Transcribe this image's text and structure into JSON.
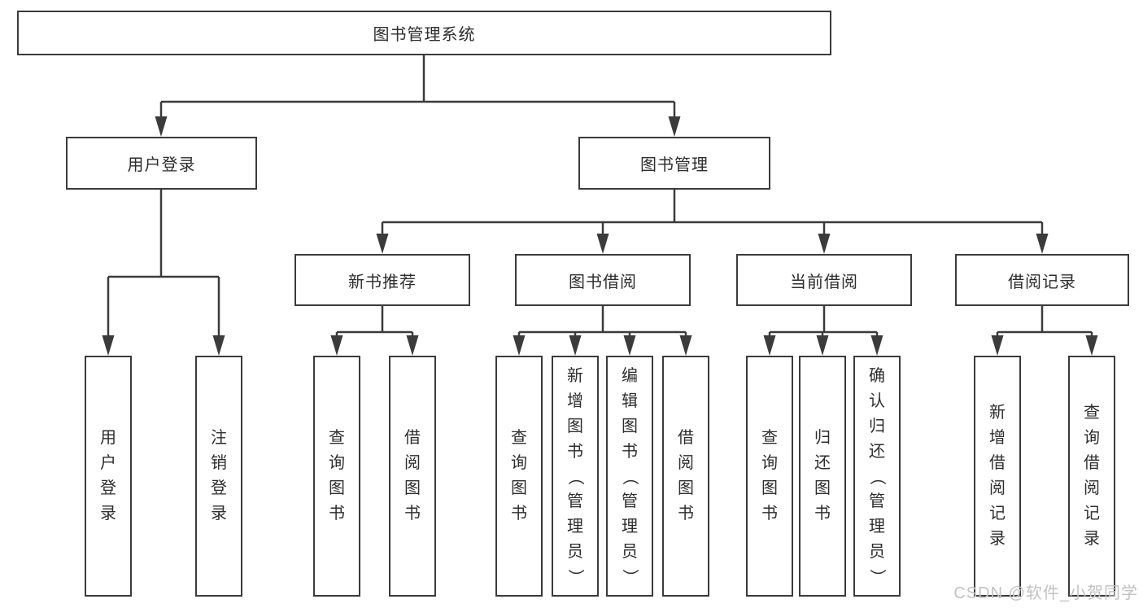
{
  "diagram": {
    "title_hint": "library-management-system-function-structure",
    "nodes": {
      "root": "图书管理系统",
      "user_login": "用户登录",
      "book_mgmt": "图书管理",
      "new_books": "新书推荐",
      "book_borrow": "图书借阅",
      "current_borrow": "当前借阅",
      "borrow_records": "借阅记录"
    },
    "leaves": {
      "user_login": [
        "用户登录",
        "注销登录"
      ],
      "new_books": [
        "查询图书",
        "借阅图书"
      ],
      "book_borrow": [
        "查询图书",
        "新增图书（管理员）",
        "编辑图书（管理员）",
        "借阅图书"
      ],
      "current_borrow": [
        "查询图书",
        "归还图书",
        "确认归还（管理员）"
      ],
      "borrow_records": [
        "新增借阅记录",
        "查询借阅记录"
      ]
    }
  },
  "watermark": "CSDN @软件_小贺同学",
  "colors": {
    "line": "#3b3b3b",
    "text": "#2d2d2d",
    "watermark": "#c2c2c2",
    "background": "#ffffff"
  }
}
